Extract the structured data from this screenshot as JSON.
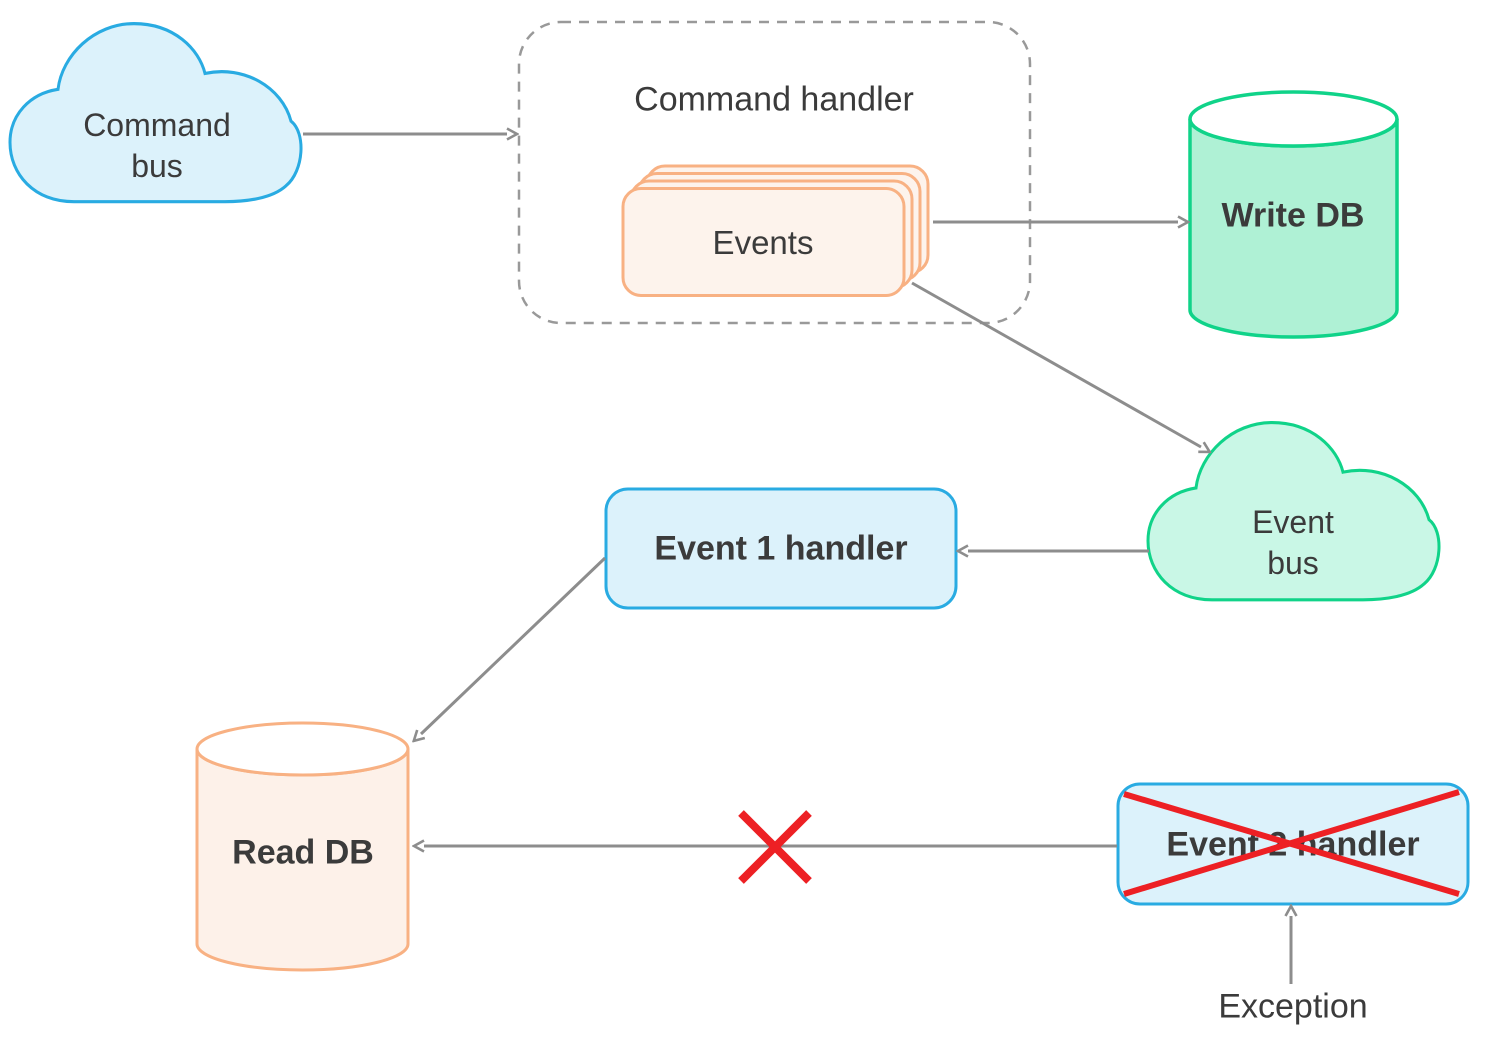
{
  "colors": {
    "blue-stroke": "#29abe2",
    "blue-fill": "#dcf2fb",
    "green-stroke": "#10d389",
    "green-fill": "#aff1d5",
    "green-fill-light": "#c9f7e6",
    "orange-stroke": "#f8b183",
    "orange-fill": "#fdf3ec",
    "orange-fill-light": "#fdf1e9",
    "arrow": "#8d8d8d",
    "dash": "#999999",
    "red": "#ed2024",
    "ink": "#3b3b3b"
  },
  "nodes": {
    "command_bus": {
      "line1": "Command",
      "line2": "bus"
    },
    "command_handler": {
      "title": "Command handler"
    },
    "events": {
      "label": "Events"
    },
    "write_db": {
      "label": "Write DB"
    },
    "event_bus": {
      "line1": "Event",
      "line2": "bus"
    },
    "event1_handler": {
      "label": "Event 1 handler"
    },
    "event2_handler": {
      "label": "Event 2 handler"
    },
    "read_db": {
      "label": "Read DB"
    },
    "exception": {
      "label": "Exception"
    }
  },
  "edges": [
    {
      "from": "Command bus",
      "to": "Command handler",
      "blocked": false
    },
    {
      "from": "Events",
      "to": "Write DB",
      "blocked": false
    },
    {
      "from": "Events",
      "to": "Event bus",
      "blocked": false
    },
    {
      "from": "Event bus",
      "to": "Event 1 handler",
      "blocked": false
    },
    {
      "from": "Event 1 handler",
      "to": "Read DB",
      "blocked": false
    },
    {
      "from": "Event 2 handler",
      "to": "Read DB",
      "blocked": true
    },
    {
      "from": "Exception",
      "to": "Event 2 handler",
      "blocked": false
    }
  ]
}
